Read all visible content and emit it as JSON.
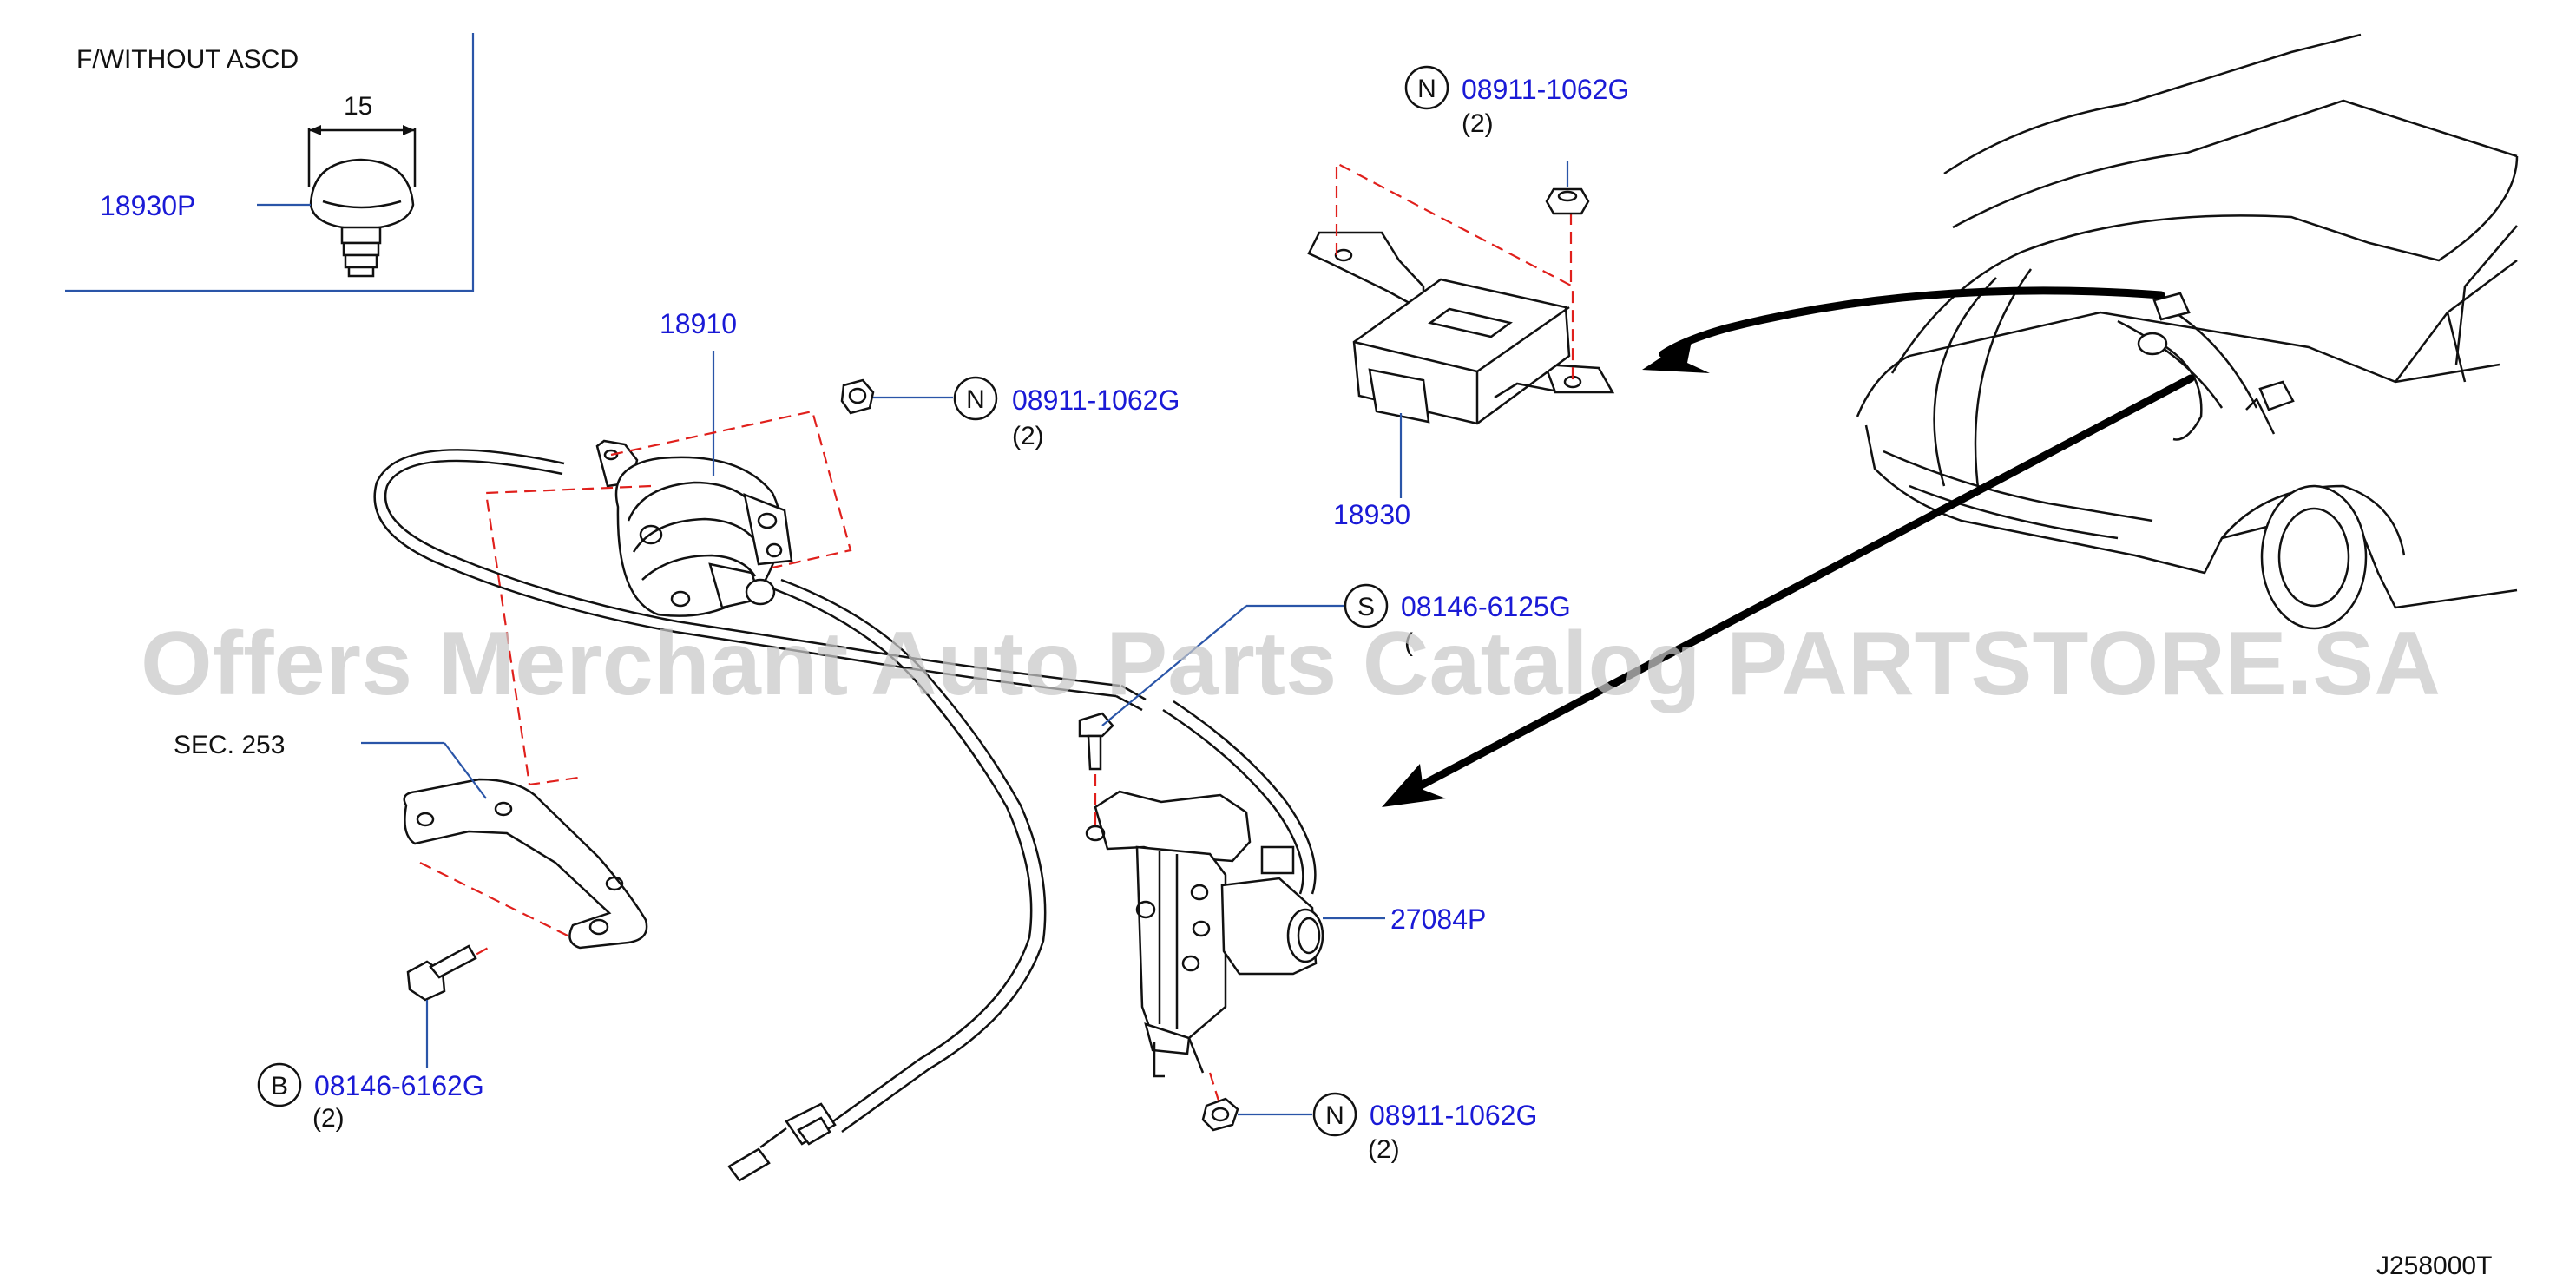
{
  "inset": {
    "title": "F/WITHOUT   ASCD",
    "dimension": "15",
    "part_number": "18930P"
  },
  "callouts": {
    "actuator": "18910",
    "controller": "18930",
    "pump": "27084P",
    "bracket_ref": "SEC.   253"
  },
  "fasteners": {
    "nut_controller": {
      "prefix": "N",
      "part_number": "08911-1062G",
      "qty": "(2)"
    },
    "nut_actuator": {
      "prefix": "N",
      "part_number": "08911-1062G",
      "qty": "(2)"
    },
    "screw_pump": {
      "prefix": "S",
      "part_number": "08146-6125G",
      "qty": "("
    },
    "bolt_bracket": {
      "prefix": "B",
      "part_number": "08146-6162G",
      "qty": "(2)"
    },
    "nut_pump": {
      "prefix": "N",
      "part_number": "08911-1062G",
      "qty": "(2)"
    }
  },
  "watermark": "Offers Merchant Auto Parts Catalog PARTSTORE.SA",
  "diagram_code": "J258000T",
  "colors": {
    "part_number": "#1a1ad6",
    "leader": "#2a55a8",
    "dashed": "#e0201c",
    "watermark": "#c9c9c9"
  }
}
